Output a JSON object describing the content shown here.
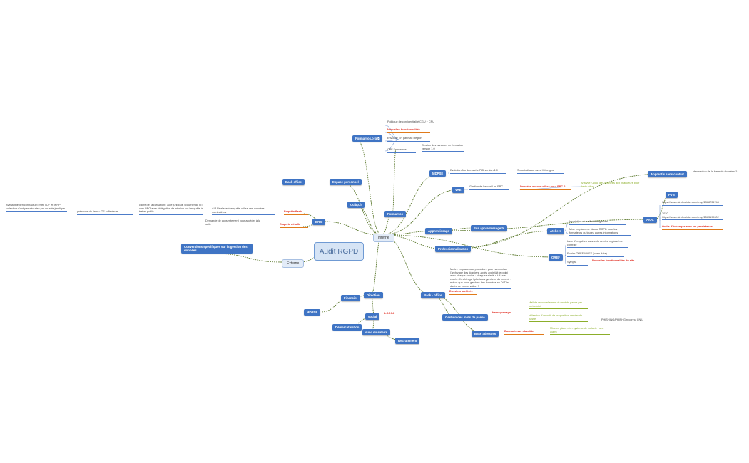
{
  "central": "Audit RGPD",
  "main_topics": {
    "interne": "Interne",
    "externe": "Externe"
  },
  "nodes": {
    "formamos_org": "Formamos.org",
    "formamos_org_icon": "note-icon",
    "espace_personnel": "Espace personnel",
    "back_office_top": "Back office",
    "cciop": "Ccibp.fr",
    "drsi": "DRSI",
    "formamos": "Formamos",
    "mdpse_top": "MDPSE",
    "vae": "VAE",
    "apprentissage": "Apprentissage",
    "site_apprentissage": "Site apprentissage.fr",
    "professionnalisation": "Professionnalisation",
    "apprentis_sans_contrat": "Apprentis sans contrat",
    "aioc": "AIOC",
    "pvb": "PVB",
    "ateliers": "Ateliers",
    "orep": "OREF",
    "conventions": "Conventions spécifiques sur la gestion des données",
    "direction": "Direction",
    "financier": "Financier",
    "mdpse_bottom": "MDPSE",
    "back_office_bottom": "Back - office",
    "gestion_mots_de_passe": "Gestion des mots de passe",
    "base_adresses": "Base adresses",
    "social": "social",
    "dematerialisation": "Démarcatisation",
    "suivi_salaire": "suivi du salaire",
    "recrutement": "Recrutement"
  },
  "leaves": {
    "pol_conf": "Politique de confidentialité CGU + CPU",
    "nouvelles_fonct_1": "Nouvelles fonctionnalités",
    "envoi_ep": "Envoi de EP par mail Région",
    "cpf": "CPF Formamos",
    "gestion_parcours": "Gestion des parcours de formation version 1.0",
    "evolution": "Evolution Mo démarche PID version 1.0",
    "sous_traitance": "Sous-traitance avec Hébergeur",
    "gestion_accueil": "Gestion de l'accueil en PRC",
    "donnees_utilise": "Données encore utilisé pour RPC ?",
    "analyse": "Analyse / Ajout des données aux financeurs pour destruction",
    "destruction": "destruction de la base de données ?",
    "ateliers_1": "Inscription et feuille émargement",
    "ateliers_2": "Mise en place de clause RGPD pour les formateurs ou toutes autres informations",
    "base_enquetes": "base d'enquêtes issues du service régional de contrôle",
    "fichier_oref": "Fichier OREF-WAEE (open data)",
    "sympa": "Sympra",
    "nouvelles_fonct_2": "Nouvelles fonctionnalités du site",
    "pvb_1": "https://www.mindmeister.com/map/2368734748",
    "pvb_2": "2020 - https://www.mindmeister.com/map/2563195902",
    "outils_echanges": "Outils d'échanges avec les prestataires",
    "avenant": "Avenant le lien contractuel entre l'OF et le RP collecteur n'est pas sécurisé par un acte juridique",
    "presence": "présence de tiers = OF collecteurs",
    "cadre": "cadre de sécurisation : acte juridique / courrier du RT vers BPO avec délégation de mission sur l'enquête à traiter public",
    "aip": "AIP Réalisée + enquête utilise des données nominatives",
    "enquete_flash": "Enquête flash",
    "demande_consent": "Demande de consentement pour accéder à la suite",
    "enquete_detaille": "Enquête détaillé",
    "mettre_en_place": "Mettre en place une procédure pour harmoniser l'archivage des dossiers, après avoir fait le point avec chaque équipe : chaque salarié a-t-il une charte d'archivage / plusieurs gardiens du pouvoir / est-ce que nous gardons des données au DLT la durée de conservation ?",
    "dossiers_archives": "Dossiers archivés",
    "mail_renouvellement": "Mail de renouvellement du mot de passe par périodicité",
    "hameconnage": "Hameçonnage",
    "utilisation": "utilisation d'un outil de proposition dernier de passe",
    "phishing": "PHISHING/PHISHG reconnu CNIL",
    "base_obsoletes": "Base adresse obsolète",
    "mise_en_place_alerte": "Mise en place d'un système de collecte / une alarm",
    "locca": "LOCCA"
  },
  "colors": {
    "node": "#3f74c4",
    "link": "#5d7a2f",
    "red": "#e02b20",
    "green": "#8cae2a"
  }
}
